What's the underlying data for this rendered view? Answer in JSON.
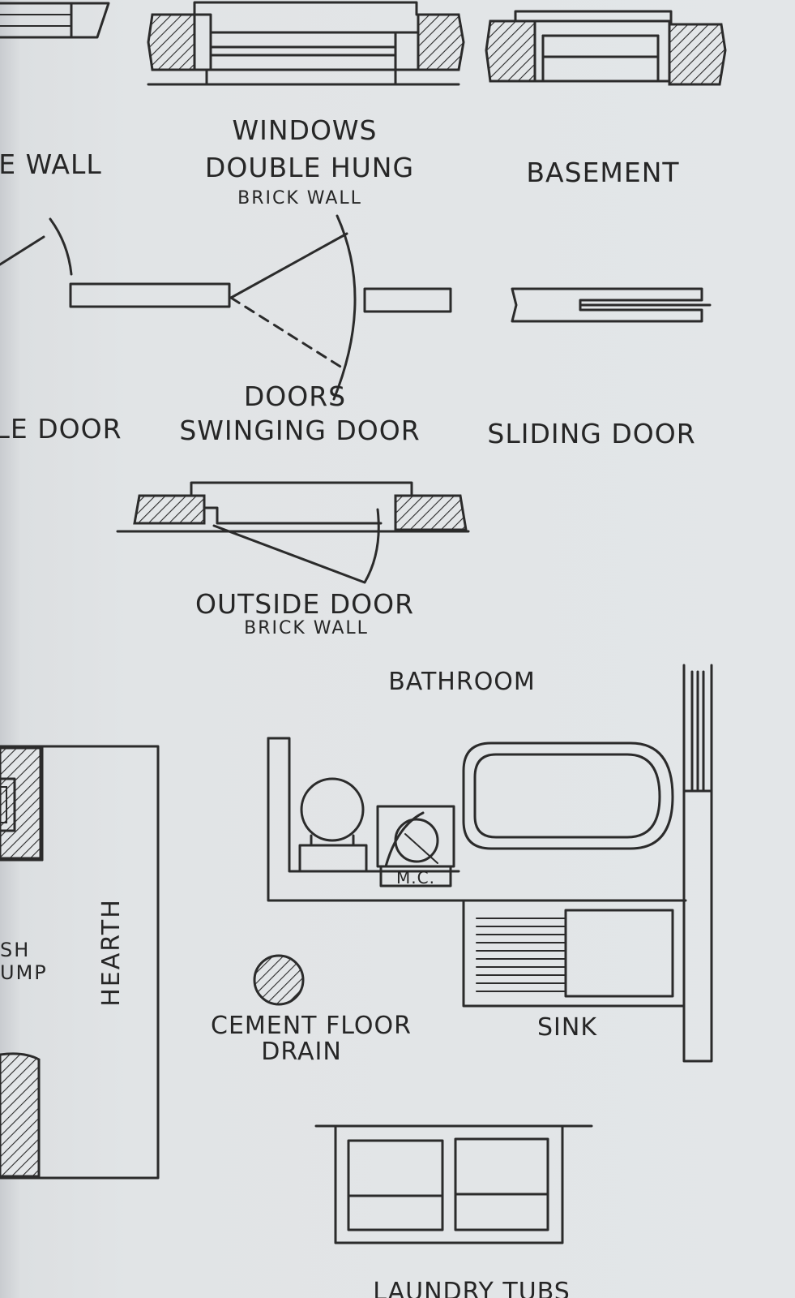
{
  "labels": {
    "wall_partial": "E WALL",
    "windows": "WINDOWS",
    "double_hung": "DOUBLE HUNG",
    "brick_wall_1": "BRICK WALL",
    "basement": "BASEMENT",
    "door_partial": "LE DOOR",
    "doors": "DOORS",
    "swinging_door": "SWINGING DOOR",
    "sliding_door": "SLIDING DOOR",
    "outside_door": "OUTSIDE DOOR",
    "brick_wall_2": "BRICK WALL",
    "bathroom": "BATHROOM",
    "mc": "M.C.",
    "sh_partial": "SH",
    "ump_partial": "UMP",
    "hearth": "HEARTH",
    "cement_floor": "CEMENT FLOOR",
    "drain": "DRAIN",
    "sink": "SINK",
    "laundry_partial": "LAUNDRY TUBS"
  }
}
